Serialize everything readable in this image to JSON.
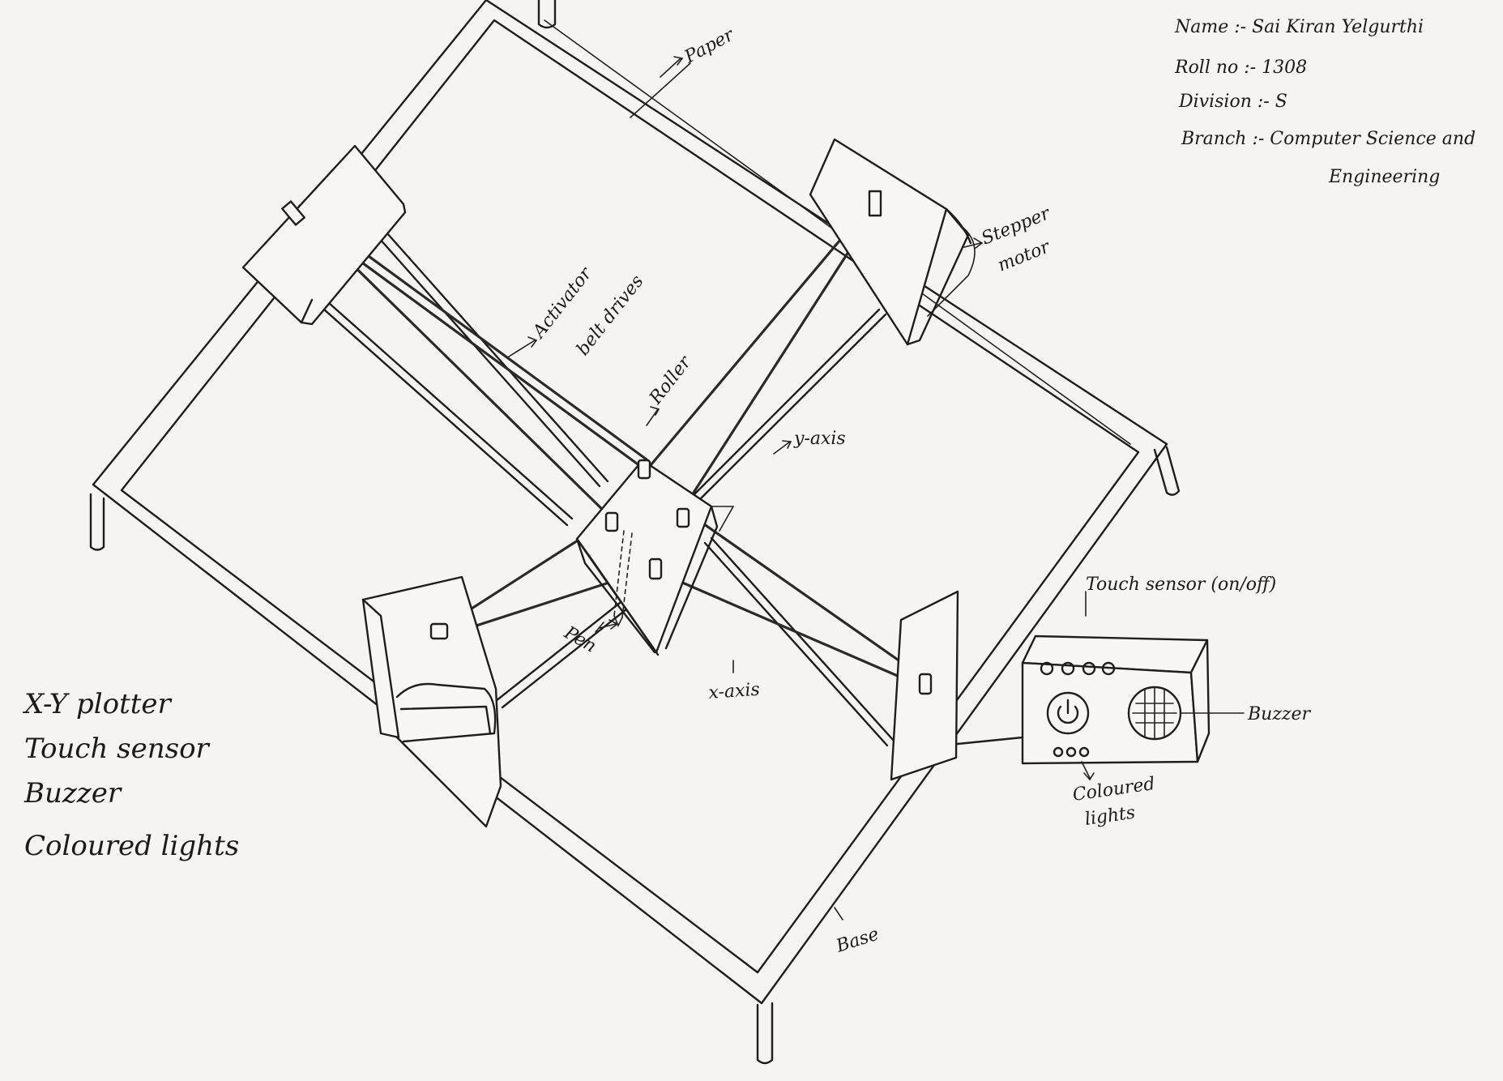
{
  "student_info": {
    "name": "Name :- Sai Kiran Yelgurthi",
    "roll_no": "Roll no :- 1308",
    "division": "Division :- S",
    "branch_line1": "Branch :- Computer Science and",
    "branch_line2": "Engineering"
  },
  "labels": {
    "paper": "Paper",
    "stepper_motor_1": "Stepper",
    "stepper_motor_2": "motor",
    "activator_1": "Activator",
    "activator_2": "belt drives",
    "roller": "Roller",
    "y_axis": "y-axis",
    "x_axis": "x-axis",
    "pen": "Pen",
    "base": "Base",
    "touch_sensor": "Touch sensor (on/off)",
    "buzzer": "Buzzer",
    "coloured_lights_1": "Coloured",
    "coloured_lights_2": "lights"
  },
  "components_list": [
    "X-Y plotter",
    "Touch sensor",
    "Buzzer",
    "Coloured lights"
  ],
  "icons": {
    "power": "power-icon",
    "buzzer": "buzzer-grill-icon"
  }
}
